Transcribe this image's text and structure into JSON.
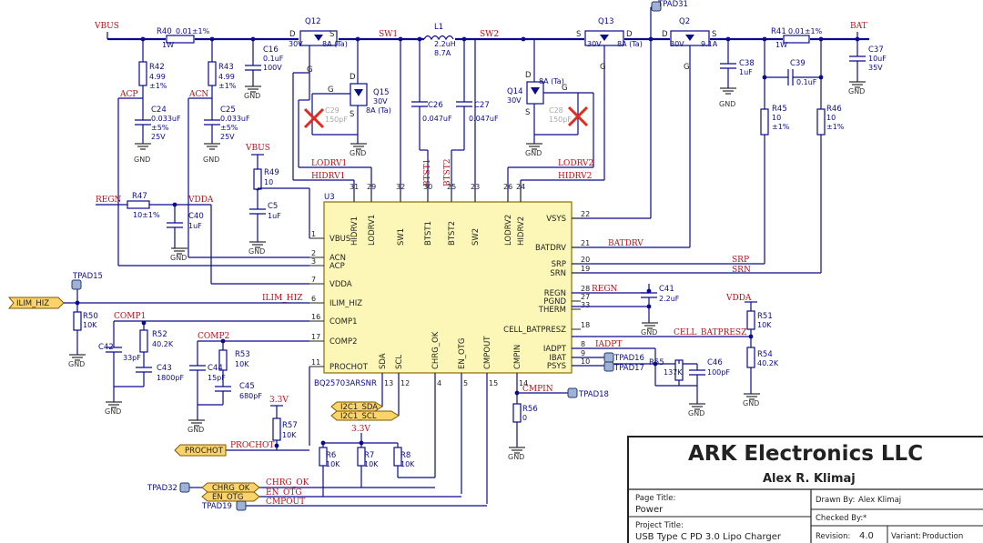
{
  "title_block": {
    "company": "ARK Electronics LLC",
    "author": "Alex R. Klimaj",
    "page_title_label": "Page Title:",
    "page_title": "Power",
    "project_title_label": "Project Title:",
    "project_title": "USB Type C PD 3.0 Lipo Charger",
    "drawn_by_label": "Drawn By:",
    "drawn_by": "Alex Klimaj",
    "checked_by_label": "Checked By:",
    "checked_by": "*",
    "revision_label": "Revision:",
    "revision": "4.0",
    "variant_label": "Variant:",
    "variant": "Production"
  },
  "ic": {
    "ref": "U3",
    "part": "BQ25703ARSNR",
    "left_pins": [
      {
        "num": "1",
        "name": "VBUS"
      },
      {
        "num": "2",
        "name": "ACN"
      },
      {
        "num": "3",
        "name": "ACP"
      },
      {
        "num": "7",
        "name": "VDDA"
      },
      {
        "num": "6",
        "name": "ILIM_HIZ"
      },
      {
        "num": "16",
        "name": "COMP1"
      },
      {
        "num": "17",
        "name": "COMP2"
      },
      {
        "num": "11",
        "name": "PROCHOT"
      }
    ],
    "top_pins": [
      {
        "num": "31",
        "name": "HIDRV1"
      },
      {
        "num": "29",
        "name": "LODRV1"
      },
      {
        "num": "32",
        "name": "SW1"
      },
      {
        "num": "30",
        "name": "BTST1"
      },
      {
        "num": "25",
        "name": "BTST2"
      },
      {
        "num": "23",
        "name": "SW2"
      },
      {
        "num": "26",
        "name": "LODRV2"
      },
      {
        "num": "24",
        "name": "HIDRV2"
      }
    ],
    "right_pins": [
      {
        "num": "22",
        "name": "VSYS"
      },
      {
        "num": "21",
        "name": "BATDRV"
      },
      {
        "num": "20",
        "name": "SRP"
      },
      {
        "num": "19",
        "name": "SRN"
      },
      {
        "num": "28",
        "name": "REGN"
      },
      {
        "num": "27",
        "name": "PGND"
      },
      {
        "num": "33",
        "name": "THERM"
      },
      {
        "num": "18",
        "name": "CELL_BATPRESZ"
      },
      {
        "num": "8",
        "name": "IADPT"
      },
      {
        "num": "9",
        "name": "IBAT"
      },
      {
        "num": "10",
        "name": "PSYS"
      }
    ],
    "bottom_pins": [
      {
        "num": "13",
        "name": "SDA"
      },
      {
        "num": "12",
        "name": "SCL"
      },
      {
        "num": "4",
        "name": "CHRG_OK"
      },
      {
        "num": "5",
        "name": "EN_OTG"
      },
      {
        "num": "15",
        "name": "CMPOUT"
      },
      {
        "num": "14",
        "name": "CMPIN"
      }
    ]
  },
  "nets": {
    "vbus": "VBUS",
    "sw1": "SW1",
    "sw2": "SW2",
    "bat": "BAT",
    "acp": "ACP",
    "acn": "ACN",
    "regn": "REGN",
    "vdda": "VDDA",
    "lodrv1": "LODRV1",
    "hidrv1": "HIDRV1",
    "lodrv2": "LODRV2",
    "hidrv2": "HIDRV2",
    "btst1": "BTST1",
    "btst2": "BTST2",
    "batdrv": "BATDRV",
    "srp": "SRP",
    "srn": "SRN",
    "ilim_hiz": "ILIM_HIZ",
    "comp1": "COMP1",
    "comp2": "COMP2",
    "prochot": "PROCHOT",
    "iadpt": "IADPT",
    "cell_batpresz": "CELL_BATPRESZ",
    "cmpin": "CMPIN",
    "chrg_ok": "CHRG_OK",
    "en_otg": "EN_OTG",
    "cmpout": "CMPOUT",
    "i2c1_sda": "I2C1_SDA",
    "i2c1_scl": "I2C1_SCL",
    "v33": "3.3V",
    "gnd": "GND"
  },
  "ports": {
    "ilim_hiz": "ILIM_HIZ",
    "prochot": "PROCHOT",
    "chrg_ok": "CHRG_OK",
    "en_otg": "EN_OTG",
    "i2c1_sda": "I2C1_SDA",
    "i2c1_scl": "I2C1_SCL"
  },
  "test_points": {
    "tpad31": "TPAD31",
    "tpad15": "TPAD15",
    "tpad16": "TPAD16",
    "tpad17": "TPAD17",
    "tpad18": "TPAD18",
    "tpad32": "TPAD32",
    "tpad19": "TPAD19"
  },
  "pin_labels": {
    "d": "D",
    "s": "S",
    "g": "G"
  },
  "components": {
    "r40": {
      "ref": "R40",
      "value": "0.01±1%",
      "rating": "1W"
    },
    "r41": {
      "ref": "R41",
      "value": "0.01±1%",
      "rating": "1W"
    },
    "r42": {
      "ref": "R42",
      "value": "4.99",
      "tol": "±1%"
    },
    "r43": {
      "ref": "R43",
      "value": "4.99",
      "tol": "±1%"
    },
    "r45": {
      "ref": "R45",
      "value": "10",
      "tol": "±1%"
    },
    "r46": {
      "ref": "R46",
      "value": "10",
      "tol": "±1%"
    },
    "r47": {
      "ref": "R47",
      "value": "10±1%"
    },
    "r49": {
      "ref": "R49",
      "value": "10"
    },
    "r50": {
      "ref": "R50",
      "value": "10K"
    },
    "r51": {
      "ref": "R51",
      "value": "10K"
    },
    "r52": {
      "ref": "R52",
      "value": "40.2K"
    },
    "r53": {
      "ref": "R53",
      "value": "10K"
    },
    "r54": {
      "ref": "R54",
      "value": "40.2K"
    },
    "r55": {
      "ref": "R55",
      "value": "137K"
    },
    "r56": {
      "ref": "R56",
      "value": "0"
    },
    "r57": {
      "ref": "R57",
      "value": "10K"
    },
    "r6": {
      "ref": "R6",
      "value": "10K"
    },
    "r7": {
      "ref": "R7",
      "value": "10K"
    },
    "r8": {
      "ref": "R8",
      "value": "10K"
    },
    "c16": {
      "ref": "C16",
      "value": "0.1uF",
      "rating": "100V"
    },
    "c24": {
      "ref": "C24",
      "value": "0.033uF",
      "tol": "±5%",
      "rating": "25V"
    },
    "c25": {
      "ref": "C25",
      "value": "0.033uF",
      "tol": "±5%",
      "rating": "25V"
    },
    "c26": {
      "ref": "C26",
      "value": "0.047uF"
    },
    "c27": {
      "ref": "C27",
      "value": "0.047uF"
    },
    "c28": {
      "ref": "C28",
      "value": "150pF"
    },
    "c29": {
      "ref": "C29",
      "value": "150pF"
    },
    "c37": {
      "ref": "C37",
      "value": "10uF",
      "rating": "35V"
    },
    "c38": {
      "ref": "C38",
      "value": "1uF"
    },
    "c39": {
      "ref": "C39",
      "value": "0.1uF"
    },
    "c40": {
      "ref": "C40",
      "value": "1uF"
    },
    "c41": {
      "ref": "C41",
      "value": "2.2uF"
    },
    "c42": {
      "ref": "C42",
      "value": "33pF"
    },
    "c43": {
      "ref": "C43",
      "value": "1800pF"
    },
    "c44": {
      "ref": "C44",
      "value": "15pF"
    },
    "c45": {
      "ref": "C45",
      "value": "680pF"
    },
    "c46": {
      "ref": "C46",
      "value": "100pF"
    },
    "c5": {
      "ref": "C5",
      "value": "1uF"
    },
    "l1": {
      "ref": "L1",
      "value": "2.2uH",
      "rating": "8.7A"
    },
    "q12": {
      "ref": "Q12",
      "v": "30V",
      "i": "8A (Ta)"
    },
    "q13": {
      "ref": "Q13",
      "v": "30V",
      "i": "8A (Ta)"
    },
    "q14": {
      "ref": "Q14",
      "v": "30V",
      "i": "8A (Ta)"
    },
    "q15": {
      "ref": "Q15",
      "v": "30V",
      "i": "8A (Ta)"
    },
    "q2": {
      "ref": "Q2",
      "v": "30V",
      "i": "9.1A"
    }
  }
}
